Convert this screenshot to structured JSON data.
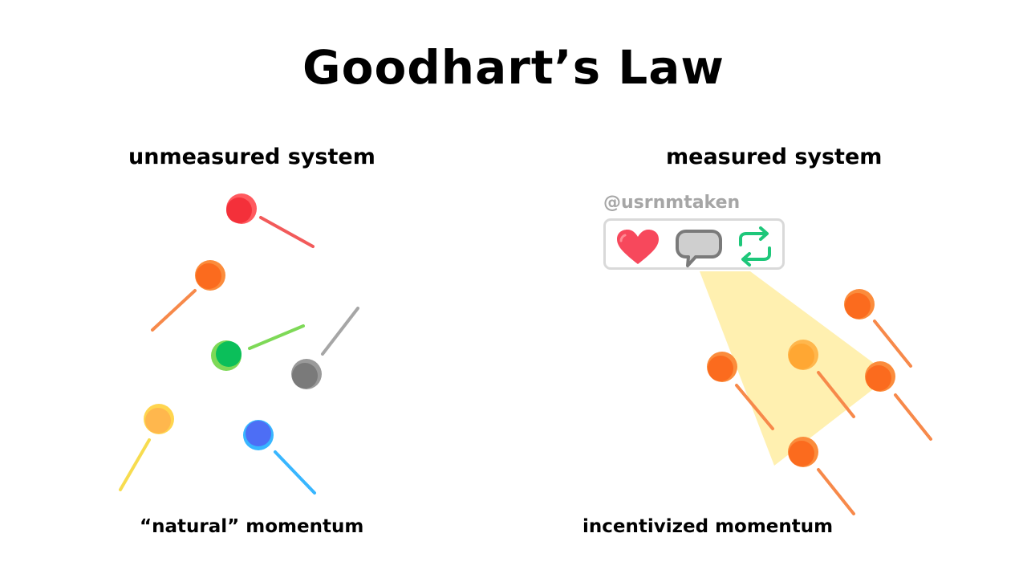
{
  "title": "Goodhart’s Law",
  "left": {
    "heading": "unmeasured system",
    "caption": "“natural” momentum"
  },
  "right": {
    "heading": "measured system",
    "caption": "incentivized momentum",
    "handle": "@usrnmtaken",
    "icons": [
      "heart-icon",
      "speech-bubble-icon",
      "retweet-icon"
    ]
  },
  "colors": {
    "red": "#f4303a",
    "orange": "#fb6b1e",
    "green": "#0bbf5a",
    "gray": "#7a7a7a",
    "yellow": "#ffb74d",
    "blue": "#4d6ef5",
    "spotlight": "#fff0b0",
    "heart": "#f7485c",
    "retweet": "#1ec77a"
  }
}
